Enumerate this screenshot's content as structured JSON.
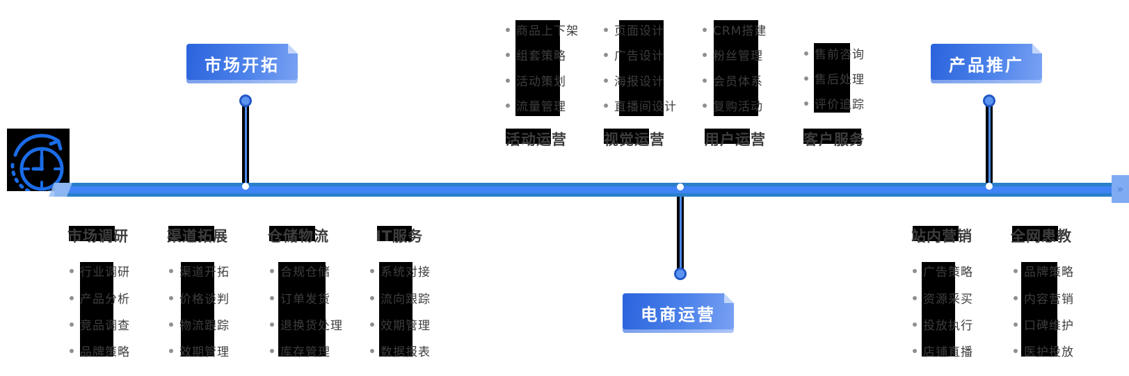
{
  "badges": [
    {
      "id": "market-dev",
      "label": "市场开拓"
    },
    {
      "id": "ecommerce-ops",
      "label": "电商运营"
    },
    {
      "id": "product-promo",
      "label": "产品推广"
    }
  ],
  "top_groups": [
    {
      "title": "活动运营",
      "items": [
        "商品上下架",
        "组套策略",
        "活动策划",
        "流量管理"
      ]
    },
    {
      "title": "视觉运营",
      "items": [
        "页面设计",
        "广告设计",
        "海报设计",
        "直播间设计"
      ]
    },
    {
      "title": "用户运营",
      "items": [
        "CRM搭建",
        "粉丝管理",
        "会员体系",
        "复购活动"
      ]
    },
    {
      "title": "客户服务",
      "items": [
        "售前咨询",
        "售后处理",
        "评价追踪"
      ]
    }
  ],
  "bottom_groups": [
    {
      "title": "市场调研",
      "items": [
        "行业调研",
        "产品分析",
        "竞品调查",
        "品牌策略"
      ]
    },
    {
      "title": "渠道拓展",
      "items": [
        "渠道开拓",
        "价格谈判",
        "物流跟踪",
        "效期管理"
      ]
    },
    {
      "title": "仓储物流",
      "items": [
        "合规仓储",
        "订单发货",
        "退换货处理",
        "库存管理"
      ]
    },
    {
      "title": "IT服务",
      "items": [
        "系统对接",
        "流向跟踪",
        "效期管理",
        "数据报表"
      ]
    },
    {
      "title": "站内营销",
      "items": [
        "广告策略",
        "资源采买",
        "投放执行",
        "店铺直播"
      ]
    },
    {
      "title": "全网患教",
      "items": [
        "品牌策略",
        "内容营销",
        "口碑维护",
        "医护投放"
      ]
    }
  ],
  "icons": {
    "clock": "clock-history-icon",
    "timeline_end": "arrow-right-icon",
    "arrow_glyph": "»"
  },
  "colors": {
    "bar_edge": "#2a7fc9",
    "bar_center": "#3f83f7",
    "bar_end_block": "#7fabf2",
    "badge_from": "#2b63dd",
    "badge_to": "#7aa2f3",
    "node_fill": "#5b94f0",
    "node_ring": "#2257c5",
    "icon_blue": "#1b6ce8",
    "text": "#3d3d3d",
    "bullet": "#8f8f8f",
    "placeholder": "#000000"
  }
}
